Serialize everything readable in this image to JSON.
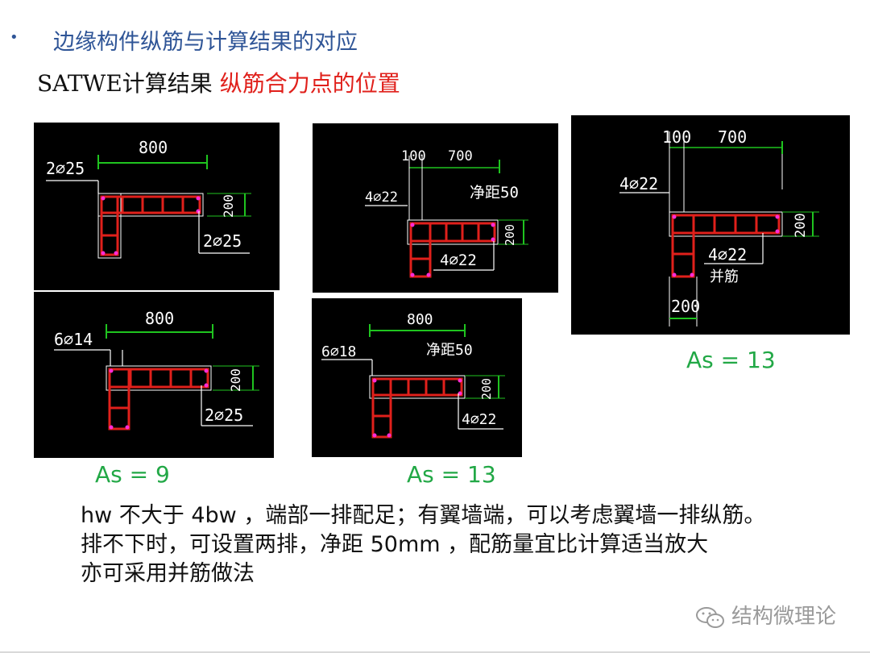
{
  "title": {
    "bullet": "•",
    "text": "边缘构件纵筋与计算结果的对应"
  },
  "subtitle": {
    "prefix": "SATWE计算结果",
    "highlight": "纵筋合力点的位置"
  },
  "panels": {
    "p1": {
      "top_dim": "800",
      "corner_rebar": "2⌀25",
      "side_dim": "200",
      "end_rebar": "2⌀25"
    },
    "p2": {
      "top_dim": "800",
      "corner_rebar": "6⌀14",
      "side_dim": "200",
      "end_rebar": "2⌀25"
    },
    "p3": {
      "dim_a": "100",
      "dim_b": "700",
      "clear_spacing": "净距50",
      "corner_rebar": "4⌀22",
      "side_dim": "200",
      "end_rebar": "4⌀22"
    },
    "p4": {
      "top_dim": "800",
      "clear_spacing": "净距50",
      "corner_rebar": "6⌀18",
      "side_dim": "200",
      "end_rebar": "4⌀22"
    },
    "p5": {
      "dim_a": "100",
      "dim_b": "700",
      "corner_rebar": "4⌀22",
      "side_dim": "200",
      "end_rebar": "4⌀22",
      "bundled": "并筋",
      "bottom_dim": "200"
    }
  },
  "as_labels": {
    "left": "As = 9",
    "middle": "As = 13",
    "right": "As =  13"
  },
  "notes": [
    "hw 不大于 4bw ，端部一排配足；有翼墙端，可以考虑翼墙一排纵筋。",
    "排不下时，可设置两排，净距 50mm ，配筋量宜比计算适当放大",
    "亦可采用并筋做法"
  ],
  "watermark": {
    "text": "结构微理论",
    "icon": "wechat-icon"
  },
  "colors": {
    "title_blue": "#2f5597",
    "highlight_red": "#e0201b",
    "as_green": "#22a846",
    "cad_red": "#e0201b",
    "cad_green": "#1fc41f",
    "cad_magenta": "#ff2bd6"
  }
}
